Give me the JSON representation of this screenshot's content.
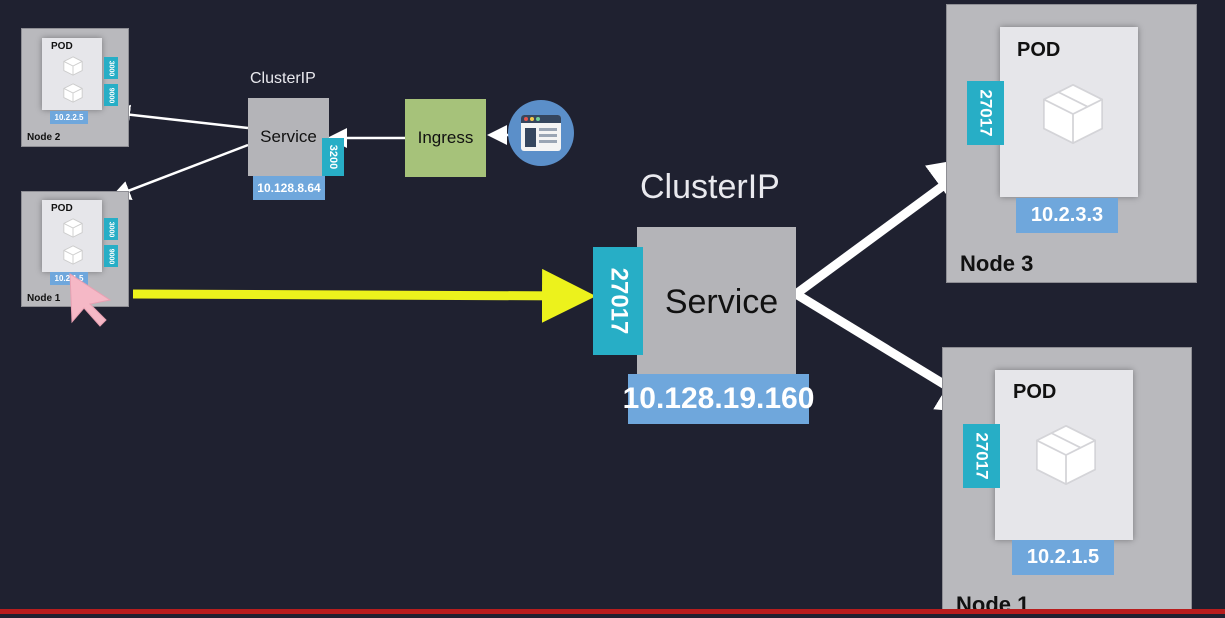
{
  "small": {
    "node2": {
      "label": "Node 2",
      "pod_label": "POD",
      "ports": [
        "3000",
        "9000"
      ],
      "ip": "10.2.2.5"
    },
    "node1": {
      "label": "Node 1",
      "pod_label": "POD",
      "ports": [
        "3000",
        "9000"
      ],
      "ip": "10.2.1.5"
    },
    "service": {
      "title": "ClusterIP",
      "label": "Service",
      "port": "3200",
      "ip": "10.128.8.64"
    },
    "ingress": {
      "label": "Ingress"
    },
    "browser_icon": "browser-window-icon"
  },
  "main": {
    "service": {
      "title": "ClusterIP",
      "label": "Service",
      "port": "27017",
      "ip": "10.128.19.160"
    },
    "node3": {
      "label": "Node 3",
      "pod_label": "POD",
      "port": "27017",
      "ip": "10.2.3.3"
    },
    "node1": {
      "label": "Node 1",
      "pod_label": "POD",
      "port": "27017",
      "ip": "10.2.1.5"
    }
  },
  "colors": {
    "background": "#1f2130",
    "port": "#27aec6",
    "ip": "#6fa7dc",
    "ingress": "#a6c27a",
    "arrow_highlight": "#ecf21c",
    "cursor": "#f5b8c6"
  }
}
